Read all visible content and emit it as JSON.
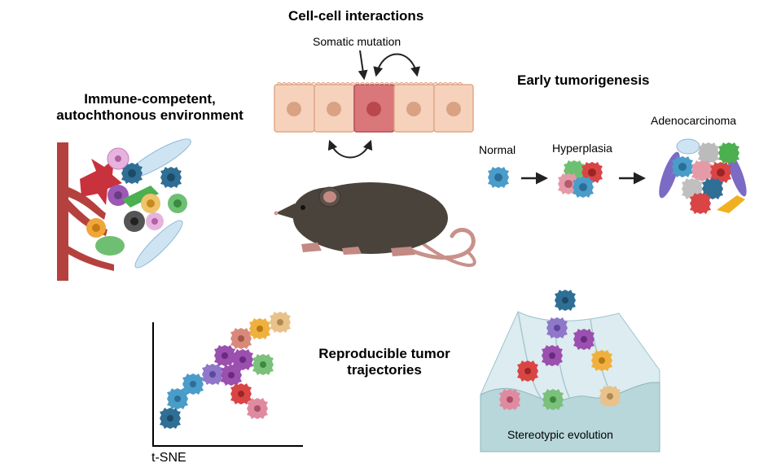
{
  "titles": {
    "cell_interactions": "Cell-cell interactions",
    "immune_line1": "Immune-competent,",
    "immune_line2": "autochthonous environment",
    "early_tumorigenesis": "Early tumorigenesis",
    "reproducible_line1": "Reproducible tumor",
    "reproducible_line2": "trajectories"
  },
  "labels": {
    "somatic_mutation": "Somatic mutation",
    "normal": "Normal",
    "hyperplasia": "Hyperplasia",
    "adenocarcinoma": "Adenocarcinoma",
    "stereotypic_evolution": "Stereotypic evolution",
    "tsne": "t-SNE"
  },
  "colors": {
    "epithelium": "#f6d2bc",
    "mutant_cell": "#d9777b",
    "vessel": "#b5413f",
    "mouse": "#4a433b",
    "landscape": "#cfe6ea",
    "blue_cell": "#4a9cc9",
    "purple_cell": "#9b59b6",
    "red_cell": "#d94545",
    "green_cell": "#6fbf73",
    "orange_cell": "#f0a63a"
  }
}
